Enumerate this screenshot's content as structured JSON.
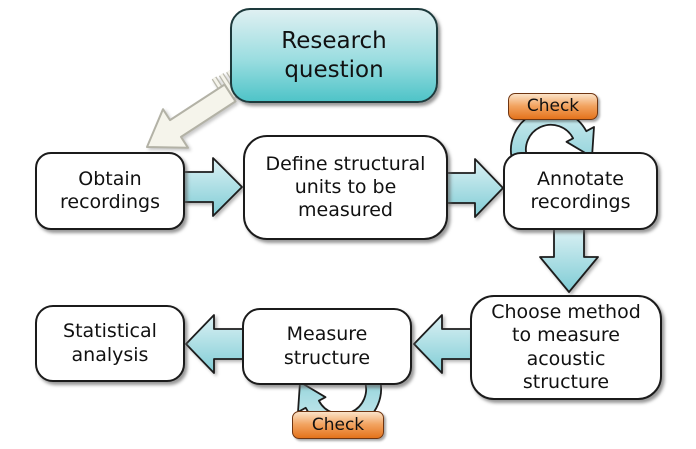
{
  "diagram": {
    "nodes": {
      "research": {
        "label": "Research\nquestion"
      },
      "obtain": {
        "label": "Obtain\nrecordings"
      },
      "define": {
        "label": "Define structural\nunits to be\nmeasured"
      },
      "annotate": {
        "label": "Annotate\nrecordings"
      },
      "choose": {
        "label": "Choose method\nto measure\nacoustic\nstructure"
      },
      "measure": {
        "label": "Measure\nstructure"
      },
      "statistical": {
        "label": "Statistical\nanalysis"
      },
      "check_top": {
        "label": "Check"
      },
      "check_bottom": {
        "label": "Check"
      }
    },
    "colors": {
      "start_gradient_top": "#dff0f2",
      "start_gradient_bottom": "#4fc4c8",
      "arrow_gradient_top": "#d9eff3",
      "arrow_gradient_bottom": "#7fccd5",
      "check_gradient_top": "#fbe3c8",
      "check_gradient_bottom": "#e4731c",
      "box_border": "#1b1b1b",
      "start_arrow_fill": "#f5f4eb"
    }
  }
}
